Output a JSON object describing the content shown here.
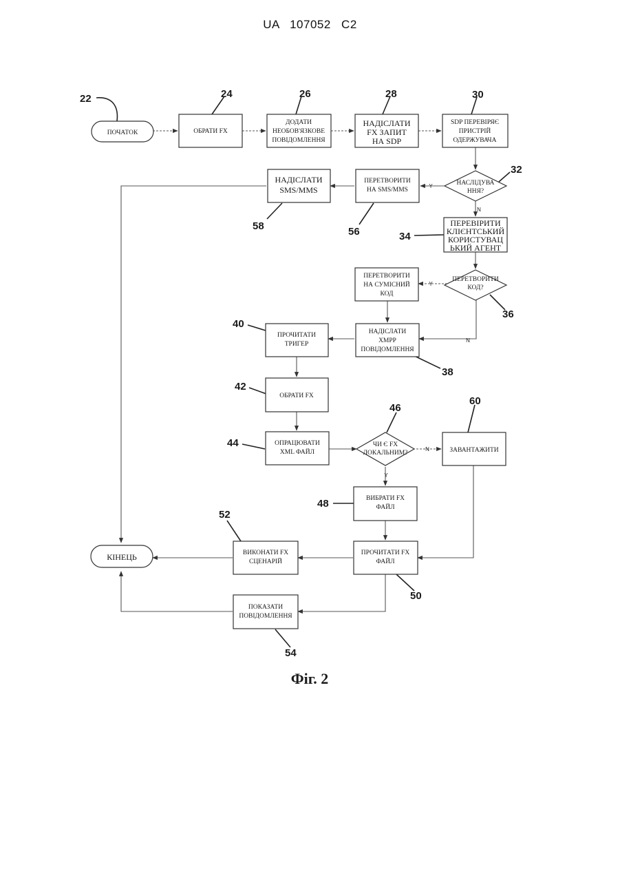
{
  "header": {
    "text": "UA 107052 C2"
  },
  "figure": {
    "caption": "Фіг. 2"
  },
  "nodes": {
    "start": {
      "ref": "22",
      "lines": [
        "ПОЧАТОК"
      ]
    },
    "select_fx": {
      "ref": "24",
      "lines": [
        "ОБРАТИ FX"
      ]
    },
    "add_message": {
      "ref": "26",
      "lines": [
        "ДОДАТИ",
        "НЕОБОВ'ЯЗКОВЕ",
        "ПОВІДОМЛЕННЯ"
      ]
    },
    "send_request": {
      "ref": "28",
      "lines": [
        "НАДІСЛАТИ",
        "FX ЗАПИТ",
        "НА SDP"
      ]
    },
    "sdp_check": {
      "ref": "30",
      "lines": [
        "SDP ПЕРЕВІРЯЄ",
        "ПРИСТРІЙ",
        "ОДЕРЖУВАЧА"
      ]
    },
    "emulation": {
      "ref": "32",
      "lines": [
        "НАСЛІДУВА",
        "ННЯ?"
      ]
    },
    "convert_sms": {
      "ref": "56",
      "lines": [
        "ПЕРЕТВОРИТИ",
        "НА SMS/MMS"
      ]
    },
    "send_sms": {
      "ref": "58",
      "lines": [
        "НАДІСЛАТИ",
        "SMS/MMS"
      ]
    },
    "check_agent": {
      "ref": "34",
      "lines": [
        "ПЕРЕВІРИТИ",
        "КЛІЄНТСЬКИЙ",
        "КОРИСТУВАЦ",
        "ЬКИЙ АГЕНТ"
      ]
    },
    "convert_code": {
      "ref": "36",
      "lines": [
        "ПЕРЕТВОРИТИ",
        "КОД?"
      ]
    },
    "to_compatible": {
      "lines": [
        "ПЕРЕТВОРИТИ",
        "НА СУМІСНИЙ",
        "КОД"
      ]
    },
    "send_xmpp": {
      "ref": "38",
      "lines": [
        "НАДІСЛАТИ",
        "XMPP",
        "ПОВІДОМЛЕННЯ"
      ]
    },
    "read_trigger": {
      "ref": "40",
      "lines": [
        "ПРОЧИТАТИ",
        "ТРИГЕР"
      ]
    },
    "select_fx2": {
      "ref": "42",
      "lines": [
        "ОБРАТИ FX"
      ]
    },
    "process_xml": {
      "ref": "44",
      "lines": [
        "ОПРАЦЮВАТИ",
        "XML ФАЙЛ"
      ]
    },
    "fx_local": {
      "ref": "46",
      "lines": [
        "ЧИ Є FX",
        "ЛОКАЛЬНИМ?"
      ]
    },
    "download": {
      "ref": "60",
      "lines": [
        "ЗАВАНТАЖИТИ"
      ]
    },
    "choose_file": {
      "ref": "48",
      "lines": [
        "ВИБРАТИ FX",
        "ФАЙЛ"
      ]
    },
    "read_file": {
      "ref": "50",
      "lines": [
        "ПРОЧИТАТИ FX",
        "ФАЙЛ"
      ]
    },
    "run_script": {
      "ref": "52",
      "lines": [
        "ВИКОНАТИ FX",
        "СЦЕНАРІЙ"
      ]
    },
    "show_message": {
      "ref": "54",
      "lines": [
        "ПОКАЗАТИ",
        "ПОВІДОМЛЕННЯ"
      ]
    },
    "end": {
      "lines": [
        "КІНЕЦЬ"
      ]
    }
  },
  "edge_labels": {
    "yes": "Y",
    "no": "N"
  }
}
